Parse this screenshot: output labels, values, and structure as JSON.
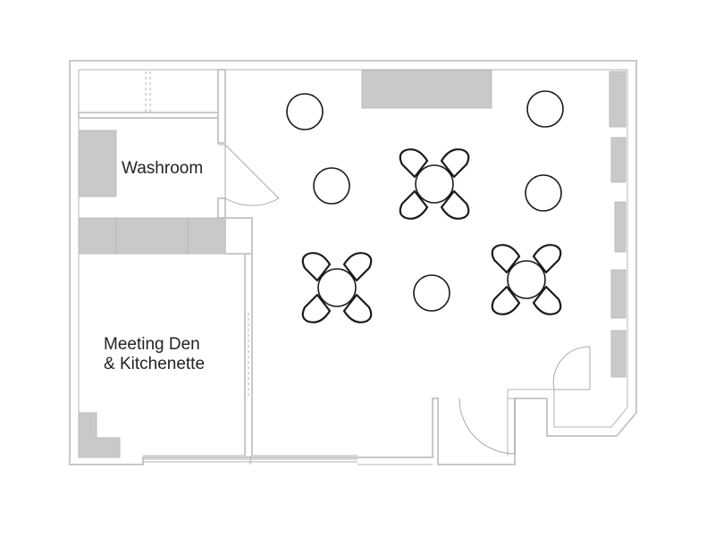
{
  "rooms": {
    "washroom": "Washroom",
    "meeting_line1": "Meeting Den",
    "meeting_line2": "& Kitchenette"
  },
  "colors": {
    "wall": "#c8c8c8",
    "furniture": "#c9c9c9",
    "outline": "#1a1a1a",
    "background": "#ffffff"
  }
}
